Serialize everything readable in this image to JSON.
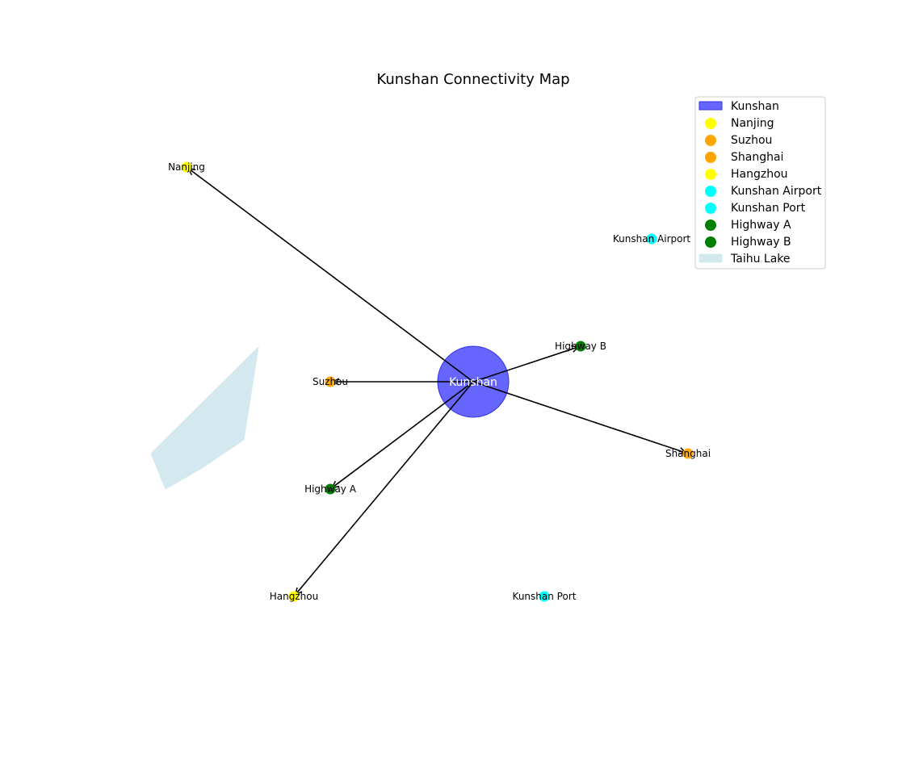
{
  "title": "Kunshan Connectivity Map",
  "colors": {
    "kunshan": "#6666ff",
    "kunshan_edge": "#3333ee",
    "lake": "#d4e9ef",
    "arrow": "#000000"
  },
  "center": {
    "name": "Kunshan",
    "color": "#6666ff"
  },
  "lake": {
    "name": "Taihu Lake",
    "color": "#d4e9ef"
  },
  "nodes": [
    {
      "id": "nanjing",
      "name": "Nanjing",
      "color": "#ffff00",
      "connected": true
    },
    {
      "id": "suzhou",
      "name": "Suzhou",
      "color": "#ffa500",
      "connected": true
    },
    {
      "id": "shanghai",
      "name": "Shanghai",
      "color": "#ffa500",
      "connected": true
    },
    {
      "id": "hangzhou",
      "name": "Hangzhou",
      "color": "#ffff00",
      "connected": true
    },
    {
      "id": "kunshan-airport",
      "name": "Kunshan Airport",
      "color": "#00ffff",
      "connected": false
    },
    {
      "id": "kunshan-port",
      "name": "Kunshan Port",
      "color": "#00ffff",
      "connected": false
    },
    {
      "id": "highway-a",
      "name": "Highway A",
      "color": "#008000",
      "connected": true
    },
    {
      "id": "highway-b",
      "name": "Highway B",
      "color": "#008000",
      "connected": true
    }
  ],
  "legend": {
    "placement": "top-right",
    "entries": [
      {
        "label": "Kunshan",
        "marker": "patch",
        "color": "#6666ff"
      },
      {
        "label": "Nanjing",
        "marker": "dot",
        "color": "#ffff00"
      },
      {
        "label": "Suzhou",
        "marker": "dot",
        "color": "#ffa500"
      },
      {
        "label": "Shanghai",
        "marker": "dot",
        "color": "#ffa500"
      },
      {
        "label": "Hangzhou",
        "marker": "dot",
        "color": "#ffff00"
      },
      {
        "label": "Kunshan Airport",
        "marker": "dot",
        "color": "#00ffff"
      },
      {
        "label": "Kunshan Port",
        "marker": "dot",
        "color": "#00ffff"
      },
      {
        "label": "Highway A",
        "marker": "dot",
        "color": "#008000"
      },
      {
        "label": "Highway B",
        "marker": "dot",
        "color": "#008000"
      },
      {
        "label": "Taihu Lake",
        "marker": "patch",
        "color": "#d4e9ef"
      }
    ]
  }
}
